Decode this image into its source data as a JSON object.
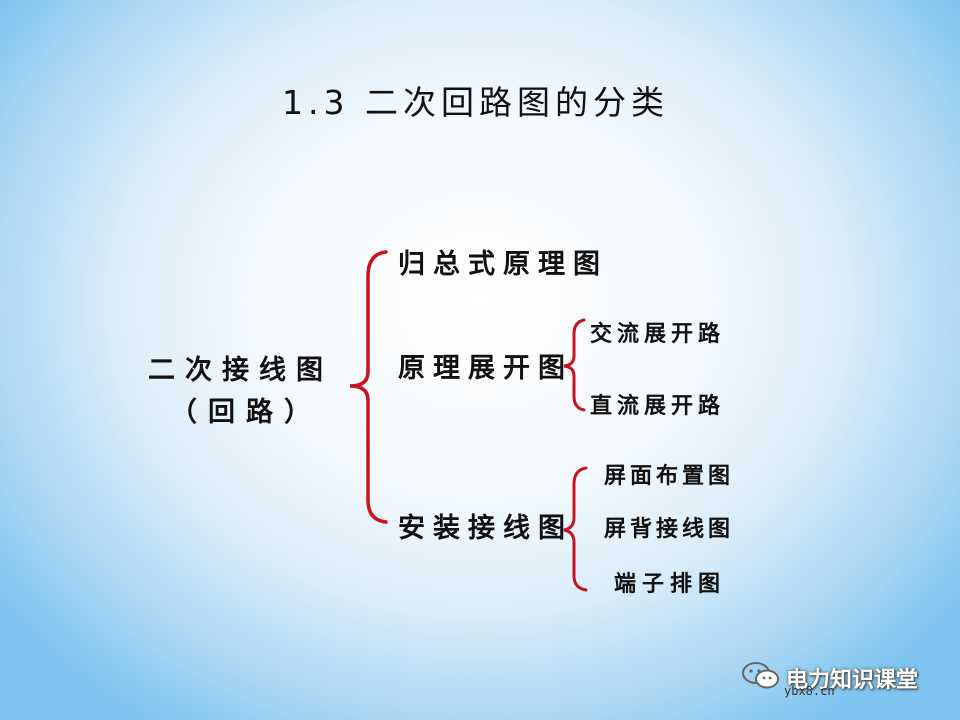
{
  "title": "1.3 二次回路图的分类",
  "root": {
    "line1": "二次接线图",
    "line2": "（回路）"
  },
  "branches": [
    {
      "label": "归总式原理图"
    },
    {
      "label": "原理展开图",
      "children": [
        "交流展开路",
        "直流展开路"
      ]
    },
    {
      "label": "安装接线图",
      "children": [
        "屏面布置图",
        "屏背接线图",
        "端子排图"
      ]
    }
  ],
  "watermark": {
    "name": "电力知识课堂",
    "url": "ybx8.cn"
  },
  "colors": {
    "bracket": "#c8141e",
    "text": "#111111"
  }
}
